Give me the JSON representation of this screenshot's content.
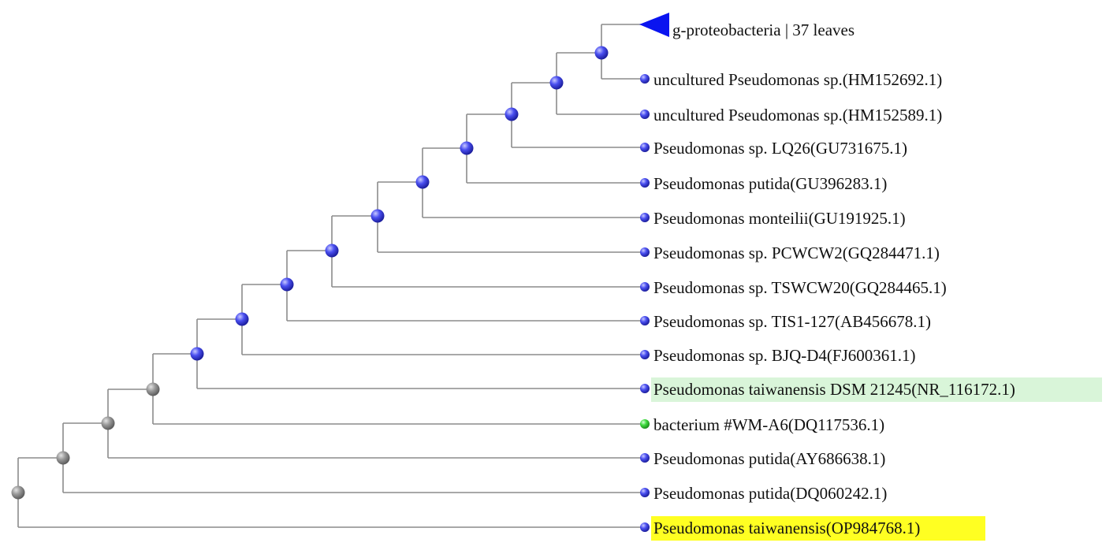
{
  "tree": {
    "collapsed_clade": {
      "label": "g-proteobacteria | 37 leaves",
      "color": "#0a14f0"
    },
    "leaves": [
      {
        "label": "uncultured Pseudomonas sp.(HM152692.1)",
        "marker": "blue",
        "highlight": null
      },
      {
        "label": "uncultured Pseudomonas sp.(HM152589.1)",
        "marker": "blue",
        "highlight": null
      },
      {
        "label": "Pseudomonas sp. LQ26(GU731675.1)",
        "marker": "blue",
        "highlight": null
      },
      {
        "label": "Pseudomonas putida(GU396283.1)",
        "marker": "blue",
        "highlight": null
      },
      {
        "label": "Pseudomonas monteilii(GU191925.1)",
        "marker": "blue",
        "highlight": null
      },
      {
        "label": "Pseudomonas sp. PCWCW2(GQ284471.1)",
        "marker": "blue",
        "highlight": null
      },
      {
        "label": "Pseudomonas sp. TSWCW20(GQ284465.1)",
        "marker": "blue",
        "highlight": null
      },
      {
        "label": "Pseudomonas sp. TIS1-127(AB456678.1)",
        "marker": "blue",
        "highlight": null
      },
      {
        "label": "Pseudomonas sp. BJQ-D4(FJ600361.1)",
        "marker": "blue",
        "highlight": null
      },
      {
        "label": "Pseudomonas taiwanensis DSM 21245(NR_116172.1)",
        "marker": "blue",
        "highlight": "#d9f5d9"
      },
      {
        "label": "bacterium #WM-A6(DQ117536.1)",
        "marker": "green",
        "highlight": null
      },
      {
        "label": "Pseudomonas putida(AY686638.1)",
        "marker": "blue",
        "highlight": null
      },
      {
        "label": "Pseudomonas putida(DQ060242.1)",
        "marker": "blue",
        "highlight": null
      },
      {
        "label": "Pseudomonas taiwanensis(OP984768.1)",
        "marker": "blue",
        "highlight": "#ffff22"
      }
    ],
    "colors": {
      "branch": "#8c8c8c",
      "node_blue": "#3a3fe0",
      "node_gray": "#8a8a8a",
      "node_green": "#3fdc3f"
    }
  }
}
